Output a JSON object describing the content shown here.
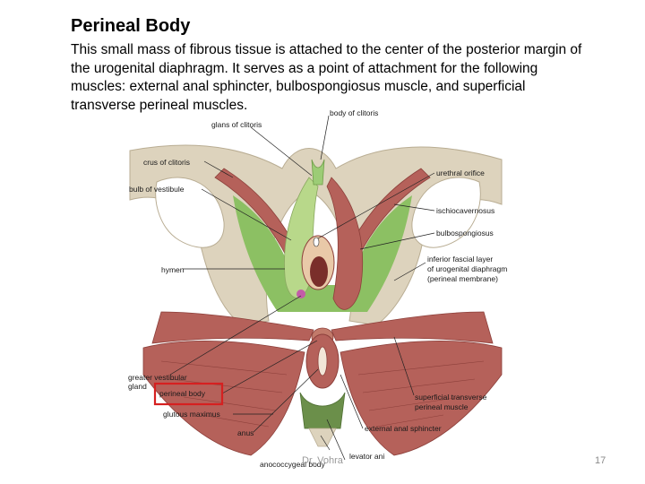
{
  "slide": {
    "title": "Perineal Body",
    "body": "This small mass of fibrous tissue is attached to the center of the posterior margin of the urogenital diaphragm. It serves as a point of attachment for the following muscles: external anal sphincter, bulbospongiosus muscle, and superficial transverse perineal muscles.",
    "author": "Dr. Vohra",
    "page_number": "17"
  },
  "figure": {
    "labels": {
      "body_of_clitoris": "body of clitoris",
      "glans_of_clitoris": "glans of clitoris",
      "crus_of_clitoris": "crus of clitoris",
      "bulb_of_vestibule": "bulb of vestibule",
      "hymen": "hymen",
      "greater_vestibular_gland": [
        "greater vestibular",
        "gland"
      ],
      "perineal_body": "perineal body",
      "gluteus_maximus": "glutous maximus",
      "anus": "anus",
      "anococcygeal_body": "anococcygeal body",
      "levator_ani": "levator ani",
      "urethral_orifice": "urethral orifice",
      "ischiocavernosus": "ischiocavernosus",
      "bulbospongiosus": "bulbospongiosus",
      "inferior_fascial_layer": [
        "inferior fascial layer",
        "of urogenital diaphragm",
        "(perineal membrane)"
      ],
      "superficial_transverse_perineal": [
        "superficial transverse",
        "perineal muscle"
      ],
      "external_anal_sphincter": "external anal sphincter"
    },
    "colors": {
      "bone": "#ddd3bd",
      "muscle": "#b5615a",
      "muscle_dark": "#8c3f3a",
      "membrane": "#8cc063",
      "bulb": "#b8d88a",
      "highlight_box": "#d62020"
    }
  }
}
